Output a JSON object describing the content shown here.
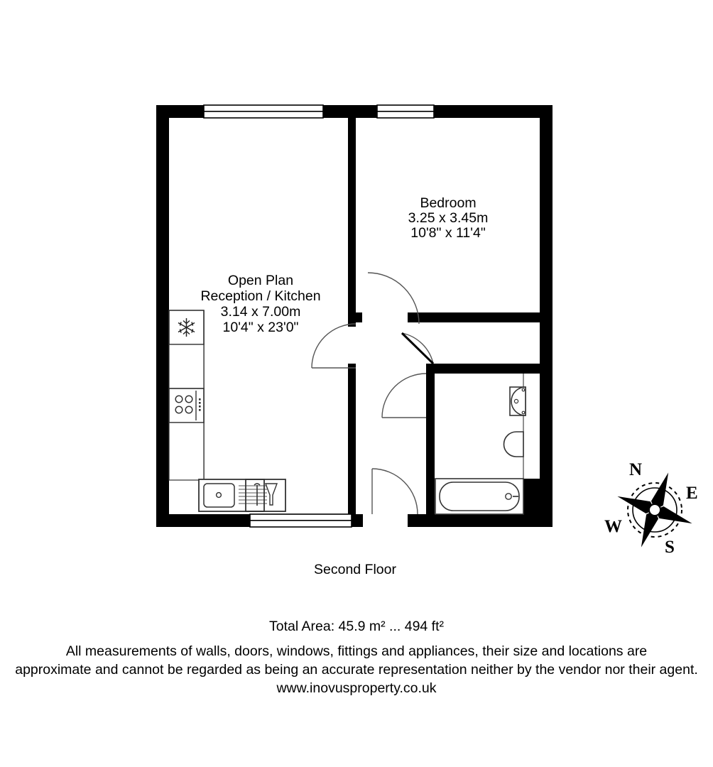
{
  "document": {
    "type": "floor-plan",
    "floor_title": "Second Floor",
    "total_area": "Total Area: 45.9 m² ... 494 ft²",
    "disclaimer_line1": "All measurements of walls, doors, windows, fittings and appliances, their size and locations are",
    "disclaimer_line2": "approximate and cannot be regarded as being an accurate representation neither by the vendor nor their agent.",
    "website": "www.inovusproperty.co.uk",
    "colors": {
      "wall": "#000000",
      "background": "#ffffff",
      "fixture_line": "#333333",
      "door_arc": "#555555"
    }
  },
  "rooms": [
    {
      "id": "open-plan-reception-kitchen",
      "name_line1": "Open Plan",
      "name_line2": "Reception / Kitchen",
      "dimensions_metric": "3.14 x 7.00m",
      "dimensions_imperial": "10'4\" x 23'0\""
    },
    {
      "id": "bedroom",
      "name_line1": "Bedroom",
      "dimensions_metric": "3.25 x 3.45m",
      "dimensions_imperial": "10'8\" x 11'4\""
    }
  ],
  "fixtures": [
    {
      "id": "fridge-freezer",
      "label": "fridge-freezer-icon"
    },
    {
      "id": "hob-cooker",
      "label": "hob-icon"
    },
    {
      "id": "sink-drainer",
      "label": "sink-icon"
    },
    {
      "id": "bath",
      "label": "bath-icon"
    },
    {
      "id": "wc-toilet",
      "label": "toilet-icon"
    },
    {
      "id": "wash-basin",
      "label": "basin-icon"
    }
  ],
  "openings": [
    {
      "id": "window-reception-top",
      "type": "window"
    },
    {
      "id": "window-bedroom-top",
      "type": "window"
    },
    {
      "id": "window-reception-bottom",
      "type": "window"
    },
    {
      "id": "door-bedroom",
      "type": "door"
    },
    {
      "id": "door-reception",
      "type": "door"
    },
    {
      "id": "door-bathroom",
      "type": "door"
    },
    {
      "id": "door-entry",
      "type": "door"
    }
  ],
  "compass": {
    "north": "N",
    "east": "E",
    "south": "S",
    "west": "W"
  }
}
